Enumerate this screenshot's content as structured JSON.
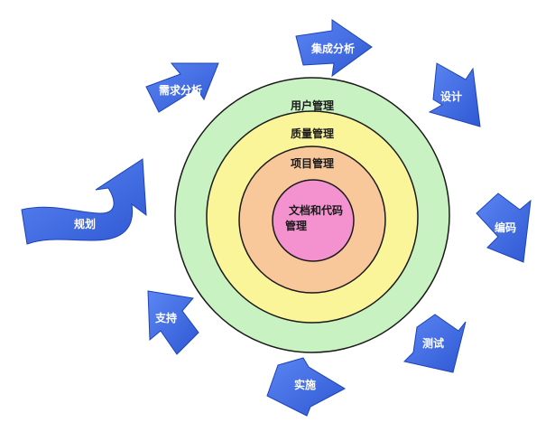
{
  "rings": {
    "outer": "用户管理",
    "second": "质量管理",
    "third": "项目管理",
    "core_line1": "文档和代码",
    "core_line2": "管理"
  },
  "phases": {
    "plan": "规划",
    "requirements": "需求分析",
    "integration": "集成分析",
    "design": "设计",
    "coding": "编码",
    "testing": "测试",
    "deployment": "实施",
    "support": "支持"
  },
  "colors": {
    "outer_ring": "#c9f2c2",
    "second_ring": "#fbf59a",
    "third_ring": "#f8c79a",
    "core": "#f491cf",
    "arrow_fill": "#3f6ee8",
    "arrow_shade": "#1d44b8"
  }
}
